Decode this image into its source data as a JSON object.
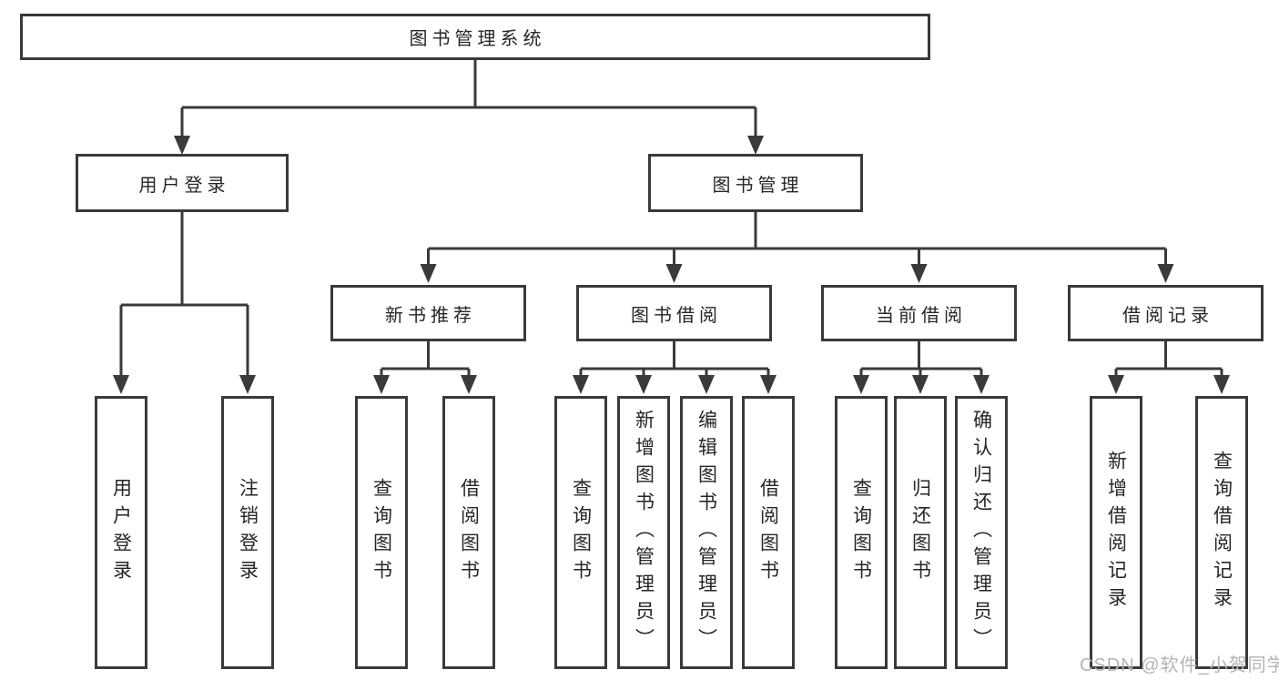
{
  "diagram": {
    "root": "图书管理系统",
    "level2": {
      "left": "用户登录",
      "right": "图书管理"
    },
    "level2_left_children": [
      "用户登录",
      "注销登录"
    ],
    "level3": [
      "新书推荐",
      "图书借阅",
      "当前借阅",
      "借阅记录"
    ],
    "level3_children": {
      "new_book_recommend": [
        "查询图书",
        "借阅图书"
      ],
      "book_borrow": [
        "查询图书",
        "新增图书（管理员）",
        "编辑图书（管理员）",
        "借阅图书"
      ],
      "current_borrow": [
        "查询图书",
        "归还图书",
        "确认归还（管理员）"
      ],
      "borrow_records": [
        "新增借阅记录",
        "查询借阅记录"
      ]
    }
  },
  "watermark": "CSDN @软件_小贺同学",
  "colors": {
    "line": "#3a3a3a",
    "box_border": "#3a3a3a",
    "text": "#262626",
    "background": "#ffffff",
    "watermark": "#b2b4b8"
  }
}
